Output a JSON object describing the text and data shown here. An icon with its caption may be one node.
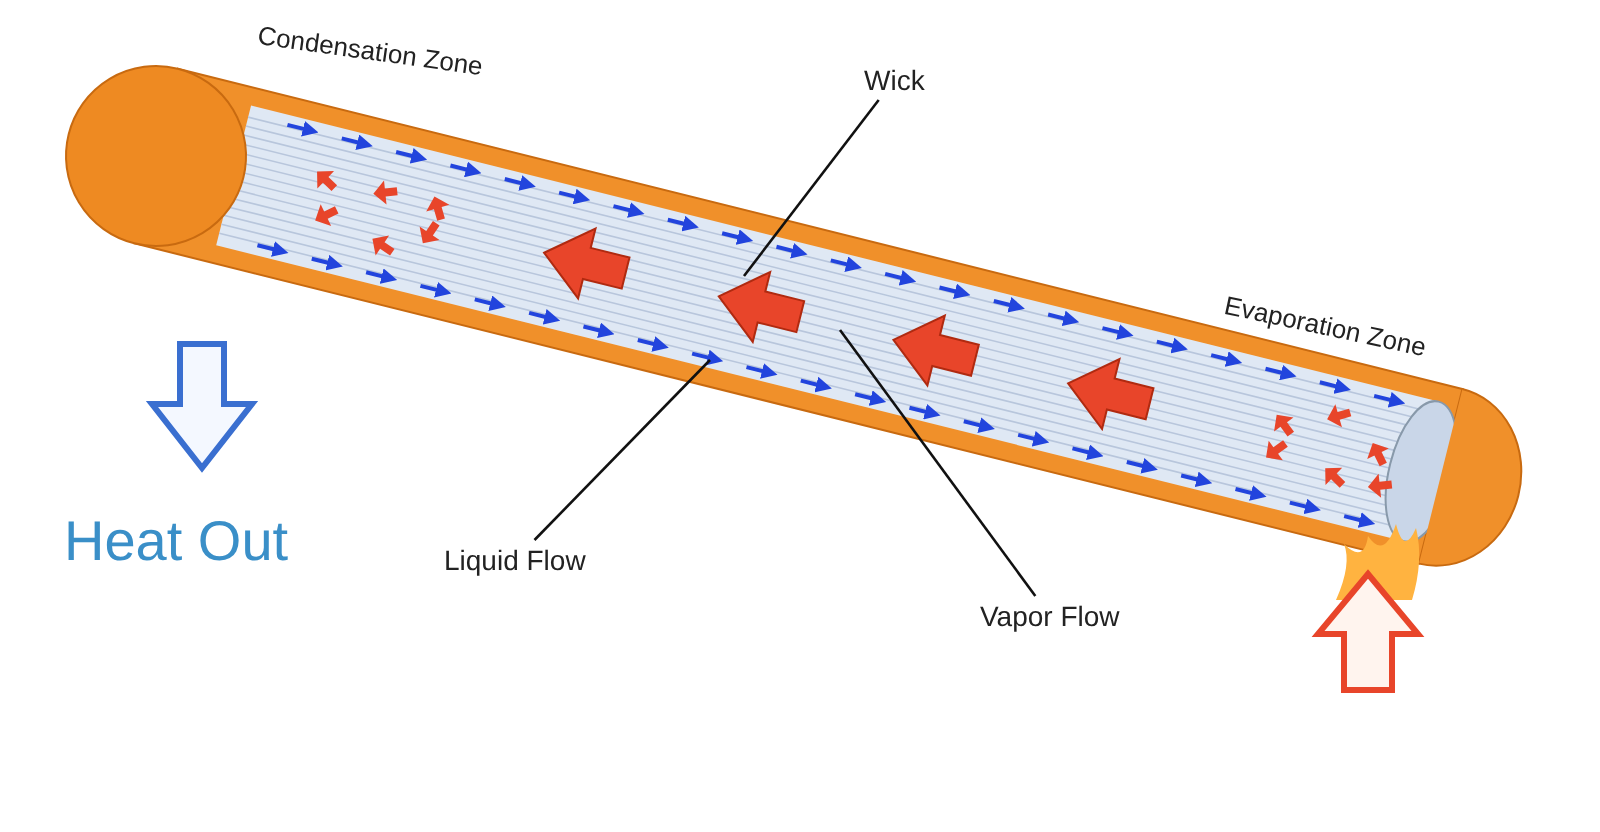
{
  "diagram": {
    "nodes": [
      {
        "text": [
          "Wick"
        ]
      },
      {
        "text": [
          "Liquid Flow"
        ]
      },
      {
        "text": [
          "Vapor Flow"
        ]
      }
    ],
    "edges": [
      {
        "from": 0,
        "to": null,
        "arrow": "none"
      },
      {
        "from": 1,
        "to": null,
        "arrow": "none"
      },
      {
        "from": 2,
        "to": null,
        "arrow": "none"
      }
    ],
    "labels": [
      "Condensation Zone",
      "Evaporation Zone",
      "Heat Out"
    ]
  }
}
